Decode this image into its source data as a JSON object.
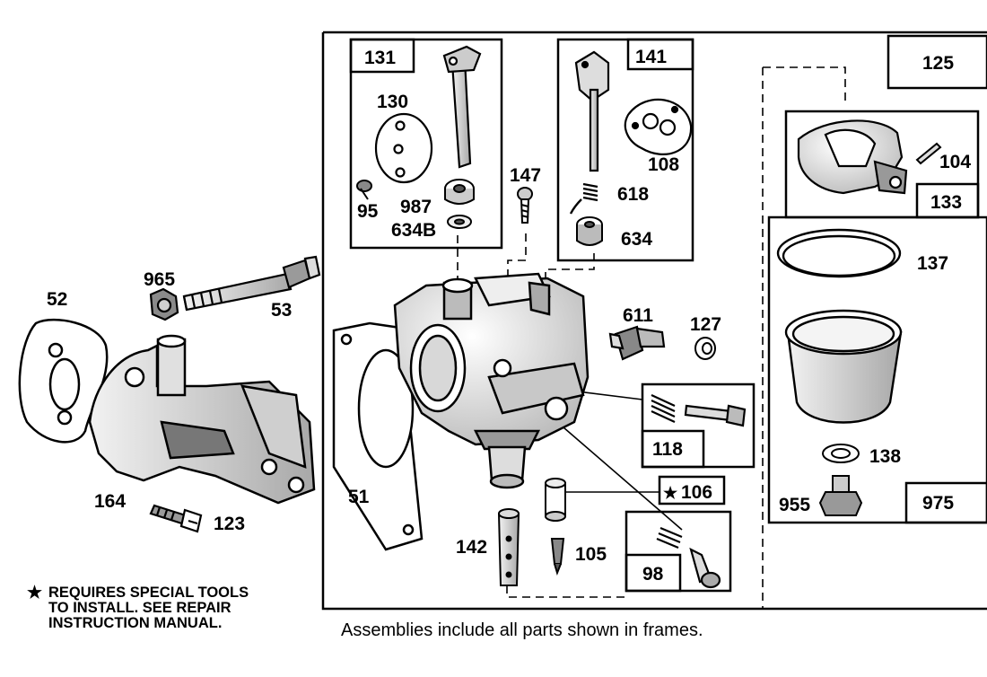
{
  "diagram": {
    "callouts": {
      "p52": "52",
      "p965": "965",
      "p53": "53",
      "p164": "164",
      "p123": "123",
      "p51": "51",
      "p131": "131",
      "p130": "130",
      "p95": "95",
      "p987": "987",
      "p634B": "634B",
      "p147": "147",
      "p141": "141",
      "p108": "108",
      "p618": "618",
      "p634": "634",
      "p611": "611",
      "p127": "127",
      "p118": "118",
      "p106": "106",
      "p142": "142",
      "p105": "105",
      "p98": "98",
      "p125": "125",
      "p104": "104",
      "p133": "133",
      "p137": "137",
      "p138": "138",
      "p955": "955",
      "p975": "975"
    },
    "star_glyph": "★",
    "note_lines": [
      "REQUIRES SPECIAL TOOLS",
      "TO INSTALL.  SEE REPAIR",
      "INSTRUCTION MANUAL."
    ],
    "caption": "Assemblies include all parts shown in frames."
  }
}
